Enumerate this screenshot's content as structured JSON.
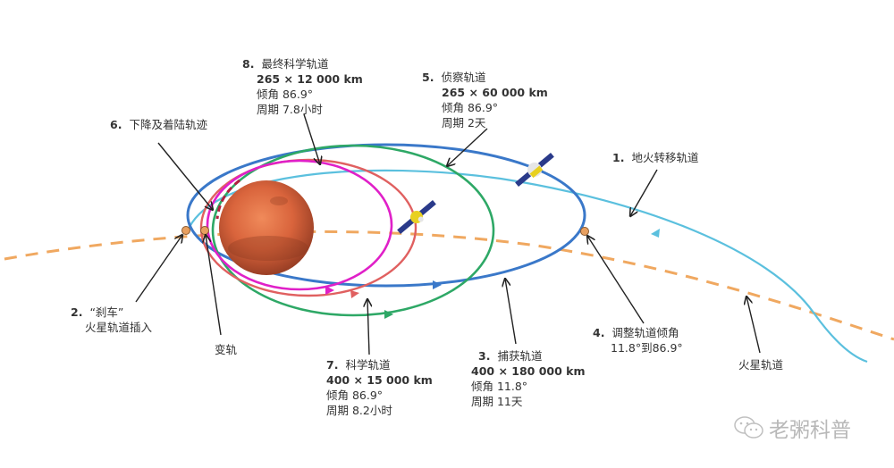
{
  "diagram": {
    "title": "",
    "colors": {
      "transfer_orbit": "#5bc0de",
      "capture_orbit": "#3a78c9",
      "recon_orbit": "#2ea866",
      "science_orbit": "#e06060",
      "final_orbit": "#e020c8",
      "descent_track": "#b02040",
      "mars_orbit": "#f0a860",
      "mars": "#d9643c",
      "event_marker": "#e8a060"
    },
    "labels": {
      "l8": {
        "num": "8.",
        "name": "最终科学轨道",
        "dims": "265 × 12 000 km",
        "incl": "倾角 86.9°",
        "period": "周期 7.8小时"
      },
      "l5": {
        "num": "5.",
        "name": "侦察轨道",
        "dims": "265 × 60 000 km",
        "incl": "倾角 86.9°",
        "period": "周期 2天"
      },
      "l6": {
        "num": "6.",
        "name": "下降及着陆轨迹"
      },
      "l1": {
        "num": "1.",
        "name": "地火转移轨道"
      },
      "l2": {
        "num": "2.",
        "line1": "“刹车”",
        "line2": "火星轨道插入"
      },
      "transfer_label": "变轨",
      "l7": {
        "num": "7.",
        "name": "科学轨道",
        "dims": "400 × 15 000 km",
        "incl": "倾角 86.9°",
        "period": "周期 8.2小时"
      },
      "l3": {
        "num": "3.",
        "name": "捕获轨道",
        "dims": "400 × 180 000 km",
        "incl": "倾角 11.8°",
        "period": "周期 11天"
      },
      "l4": {
        "num": "4.",
        "name": "调整轨道倾角",
        "detail": "11.8°到86.9°"
      },
      "mars_orbit_label": "火星轨道"
    },
    "watermark": "老粥科普"
  }
}
